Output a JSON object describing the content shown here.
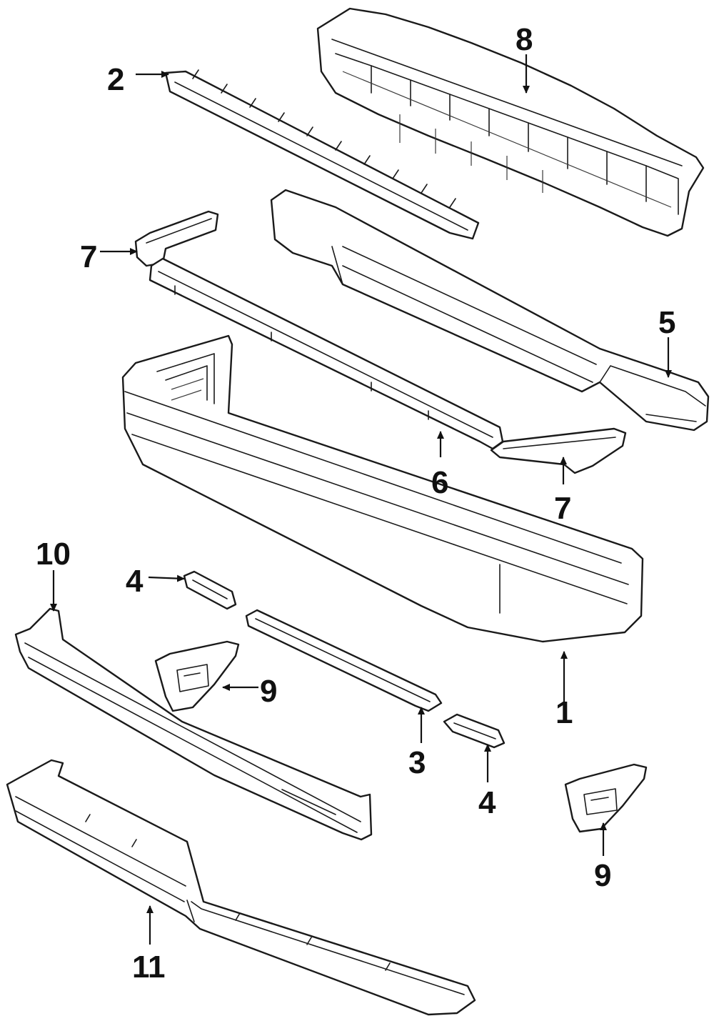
{
  "callouts": {
    "c1": "1",
    "c2": "2",
    "c3": "3",
    "c4a": "4",
    "c4b": "4",
    "c5": "5",
    "c6": "6",
    "c7a": "7",
    "c7b": "7",
    "c8": "8",
    "c9a": "9",
    "c9b": "9",
    "c10": "10",
    "c11": "11"
  }
}
